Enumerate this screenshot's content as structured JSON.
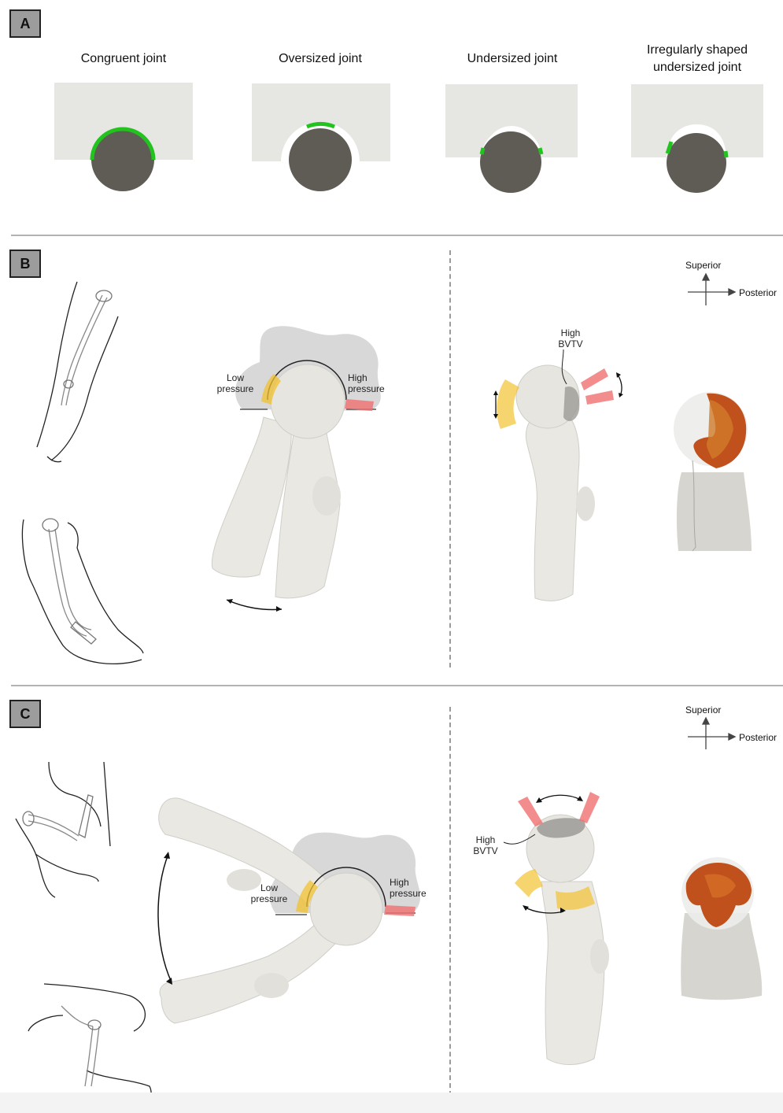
{
  "panels": {
    "a": {
      "badge": "A",
      "joints": [
        {
          "title": "Congruent joint"
        },
        {
          "title": "Oversized joint"
        },
        {
          "title": "Undersized joint"
        },
        {
          "title": "Irregularly shaped undersized joint"
        }
      ]
    },
    "b": {
      "badge": "B",
      "low_pressure": "Low pressure",
      "high_pressure": "High pressure",
      "high_bvtv": "High BVTV",
      "axis_superior": "Superior",
      "axis_posterior": "Posterior"
    },
    "c": {
      "badge": "C",
      "low_pressure": "Low pressure",
      "high_pressure": "High pressure",
      "high_bvtv": "High BVTV",
      "axis_superior": "Superior",
      "axis_posterior": "Posterior"
    }
  },
  "colors": {
    "badge_bg": "#9c9c9c",
    "socket": "#e6e6e2",
    "ball": "#5e5c54",
    "contact": "#22c21f",
    "low_pressure": "#f2c230",
    "high_pressure": "#f07070",
    "bone": "#e9e8e3",
    "bvtv": "#c0501c"
  }
}
